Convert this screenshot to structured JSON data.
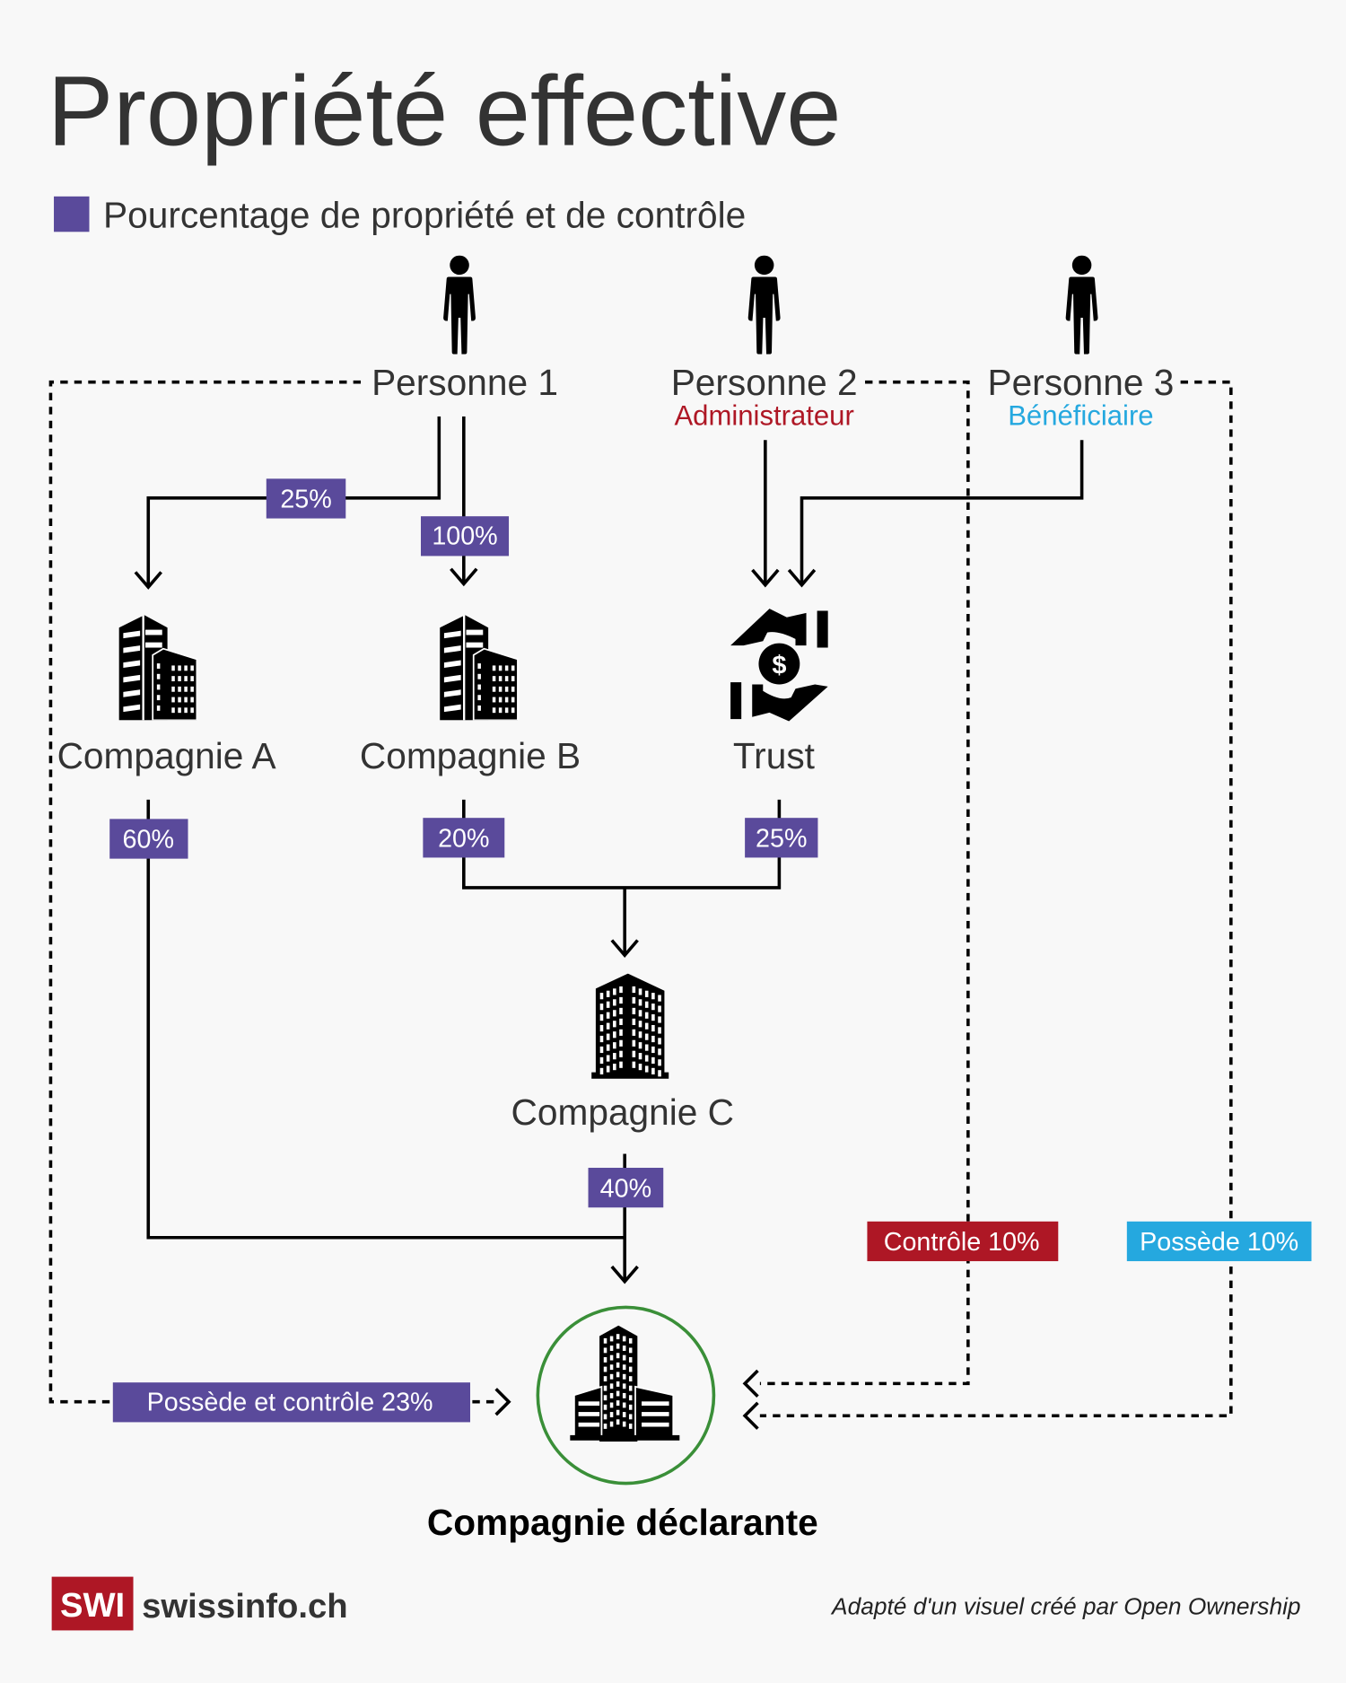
{
  "title": "Propriété effective",
  "legend": {
    "label": "Pourcentage de propriété et de contrôle",
    "color": "#5a4a9b"
  },
  "colors": {
    "purple": "#5a4a9b",
    "red": "#ae1725",
    "blue": "#25a8df",
    "green": "#3a8f38",
    "text": "#333333"
  },
  "persons": [
    {
      "name": "Personne 1",
      "role": ""
    },
    {
      "name": "Personne 2",
      "role": "Administrateur"
    },
    {
      "name": "Personne 3",
      "role": "Bénéficiaire"
    }
  ],
  "entities": {
    "a": "Compagnie A",
    "b": "Compagnie B",
    "trust": "Trust",
    "c": "Compagnie C",
    "declaring": "Compagnie déclarante"
  },
  "links": {
    "p1_to_a": "25%",
    "p1_to_b": "100%",
    "a_to_declaring": "60%",
    "b_to_c": "20%",
    "trust_to_c": "25%",
    "c_to_declaring": "40%",
    "p1_to_declaring": "Possède et contrôle 23%",
    "p2_to_declaring": "Contrôle 10%",
    "p3_to_declaring": "Possède 10%"
  },
  "footer": {
    "logo_mark": "SWI",
    "logo_text": "swissinfo.ch",
    "credit": "Adapté d'un visuel créé par Open Ownership"
  }
}
